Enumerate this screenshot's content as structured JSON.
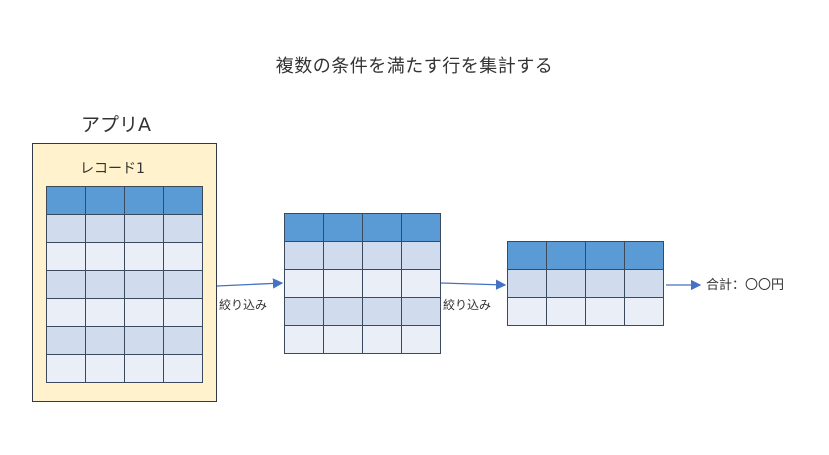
{
  "title": "複数の条件を満たす行を集計する",
  "app": {
    "label": "アプリA",
    "record_label": "レコード1"
  },
  "filters": [
    "絞り込み",
    "絞り込み"
  ],
  "result": {
    "label": "合計：〇〇円"
  },
  "tables": [
    {
      "name": "source",
      "rows": 7,
      "cols": 4
    },
    {
      "name": "filtered-1",
      "rows": 5,
      "cols": 4
    },
    {
      "name": "filtered-2",
      "rows": 3,
      "cols": 4
    }
  ],
  "colors": {
    "header": "#5b9bd5",
    "row_dark": "#d0dcee",
    "row_light": "#e9eef7",
    "app_background": "#fff2cc",
    "arrow": "#4472c4"
  }
}
